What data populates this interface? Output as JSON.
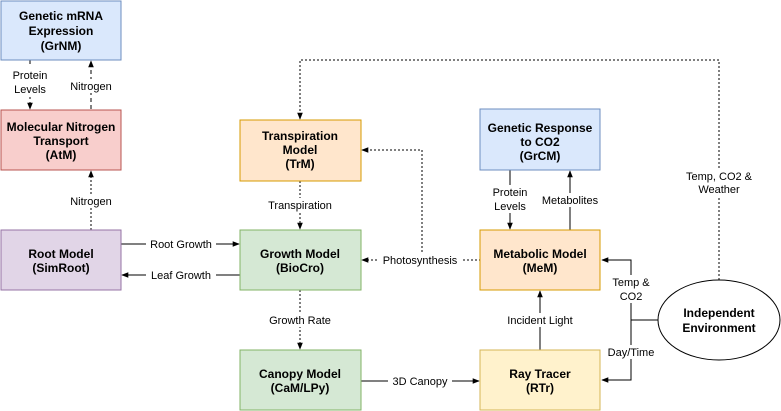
{
  "colors": {
    "blue_fill": "#dae8fc",
    "blue_stroke": "#6c8ebf",
    "red_fill": "#f8cecc",
    "red_stroke": "#b85450",
    "purple_fill": "#e1d5e7",
    "purple_stroke": "#9673a6",
    "green_fill": "#d5e8d4",
    "green_stroke": "#82b366",
    "orange_fill": "#ffe6cc",
    "orange_stroke": "#d79b00",
    "yellow_fill": "#fff2cc",
    "yellow_stroke": "#d6b656"
  },
  "nodes": {
    "grnm": {
      "line1": "Genetic mRNA",
      "line2": "Expression",
      "line3": "(GrNM)"
    },
    "atm": {
      "line1": "Molecular Nitrogen",
      "line2": "Transport",
      "line3": "(AtM)"
    },
    "simroot": {
      "line1": "Root Model",
      "line2": "(SimRoot)"
    },
    "trm": {
      "line1": "Transpiration",
      "line2": "Model",
      "line3": "(TrM)"
    },
    "biocro": {
      "line1": "Growth Model",
      "line2": "(BioCro)"
    },
    "cam": {
      "line1": "Canopy Model",
      "line2": "(CaM/LPy)"
    },
    "grcm": {
      "line1": "Genetic Response",
      "line2": "to CO2",
      "line3": "(GrCM)"
    },
    "mem": {
      "line1": "Metabolic Model",
      "line2": "(MeM)"
    },
    "rtr": {
      "line1": "Ray Tracer",
      "line2": "(RTr)"
    },
    "env": {
      "line1": "Independent",
      "line2": "Environment"
    }
  },
  "edges": {
    "protein_levels_1": {
      "line1": "Protein",
      "line2": "Levels"
    },
    "nitrogen_1": "Nitrogen",
    "nitrogen_2": "Nitrogen",
    "root_growth": "Root Growth",
    "leaf_growth": "Leaf Growth",
    "transpiration": "Transpiration",
    "growth_rate": "Growth Rate",
    "photosynthesis": "Photosynthesis",
    "protein_levels_2": {
      "line1": "Protein",
      "line2": "Levels"
    },
    "metabolites": "Metabolites",
    "canopy_3d": "3D Canopy",
    "incident_light": "Incident Light",
    "temp_co2": {
      "line1": "Temp &",
      "line2": "CO2"
    },
    "day_time": "Day/Time",
    "temp_co2_weather": {
      "line1": "Temp, CO2 &",
      "line2": "Weather"
    }
  }
}
